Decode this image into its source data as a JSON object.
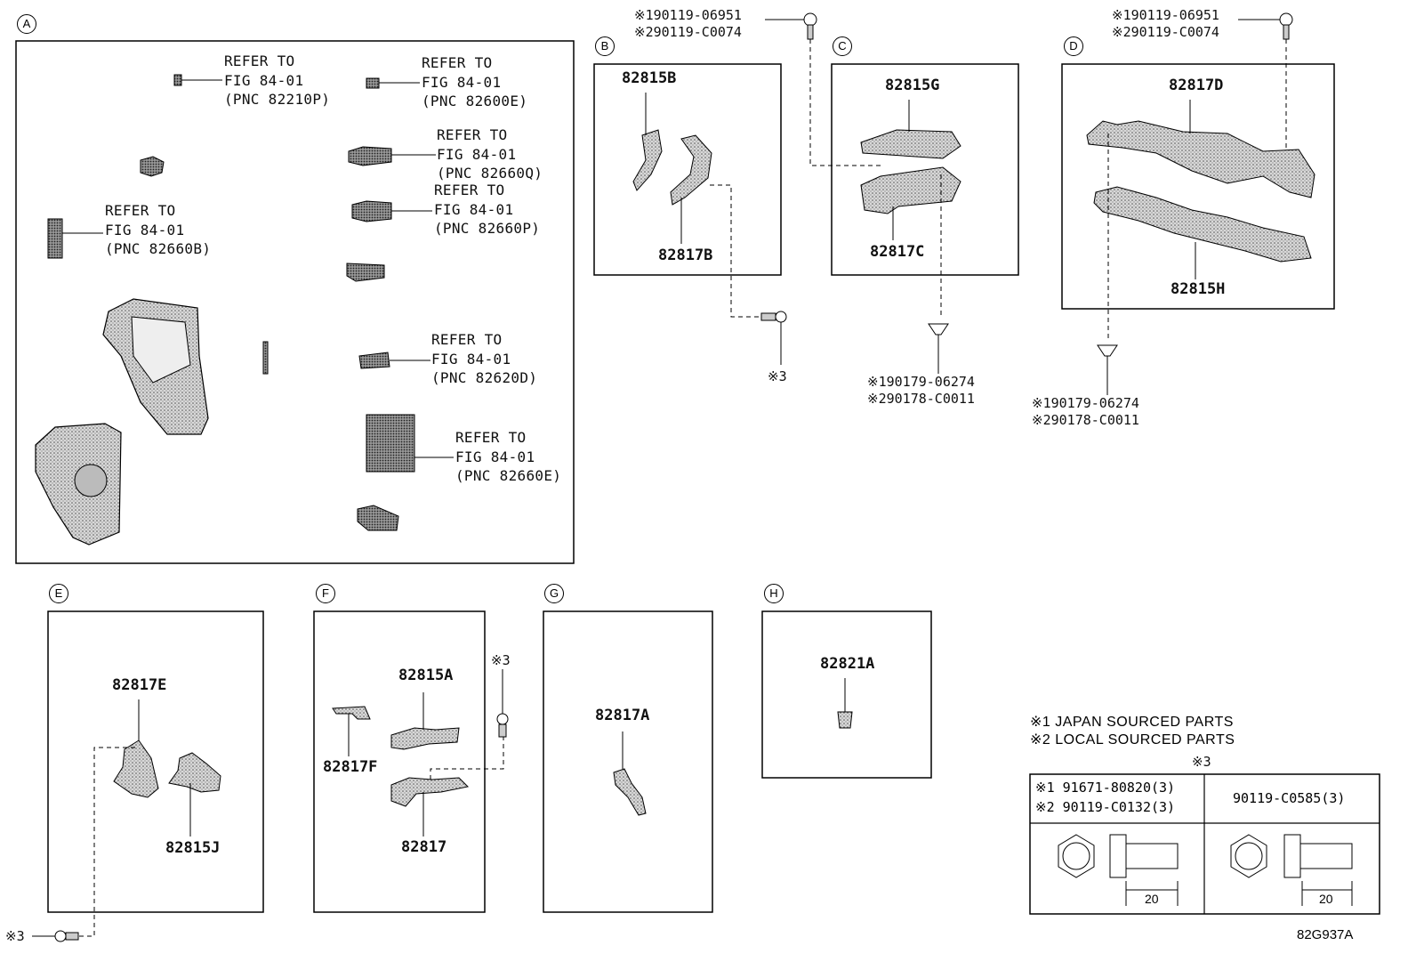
{
  "sections": {
    "A": {
      "letter": "A"
    },
    "B": {
      "letter": "B"
    },
    "C": {
      "letter": "C"
    },
    "D": {
      "letter": "D"
    },
    "E": {
      "letter": "E"
    },
    "F": {
      "letter": "F"
    },
    "G": {
      "letter": "G"
    },
    "H": {
      "letter": "H"
    }
  },
  "refs": {
    "r82210P": {
      "l1": "REFER TO",
      "l2": "FIG 84-01",
      "l3": "(PNC 82210P)"
    },
    "r82600E": {
      "l1": "REFER TO",
      "l2": "FIG 84-01",
      "l3": "(PNC 82600E)"
    },
    "r82660Q": {
      "l1": "REFER TO",
      "l2": "FIG 84-01",
      "l3": "(PNC 82660Q)"
    },
    "r82660P": {
      "l1": "REFER TO",
      "l2": "FIG 84-01",
      "l3": "(PNC 82660P)"
    },
    "r82660B": {
      "l1": "REFER TO",
      "l2": "FIG 84-01",
      "l3": "(PNC 82660B)"
    },
    "r82620D": {
      "l1": "REFER TO",
      "l2": "FIG 84-01",
      "l3": "(PNC 82620D)"
    },
    "r82660E": {
      "l1": "REFER TO",
      "l2": "FIG 84-01",
      "l3": "(PNC 82660E)"
    }
  },
  "parts": {
    "p82815B": "82815B",
    "p82817B": "82817B",
    "p82815G": "82815G",
    "p82817C": "82817C",
    "p82817D": "82817D",
    "p82815H": "82815H",
    "p82817E": "82817E",
    "p82815J": "82815J",
    "p82815A": "82815A",
    "p82817F": "82817F",
    "p82817": "82817",
    "p82817A": "82817A",
    "p82821A": "82821A"
  },
  "notes": {
    "bolt_top_1": "※190119-06951",
    "bolt_top_2": "※290119-C0074",
    "clip_c_1": "※190179-06274",
    "clip_c_2": "※290178-C0011",
    "clip_d_1": "※190179-06274",
    "clip_d_2": "※290178-C0011",
    "mark3": "※3"
  },
  "legend": {
    "line1": "※1 JAPAN SOURCED PARTS",
    "line2": "※2 LOCAL SOURCED PARTS",
    "table_title": "※3",
    "left_1": "※1 91671-80820(3)",
    "left_2": "※2 90119-C0132(3)",
    "right": "90119-C0585(3)",
    "dim_left": "20",
    "dim_right": "20"
  },
  "figure_id": "82G937A"
}
